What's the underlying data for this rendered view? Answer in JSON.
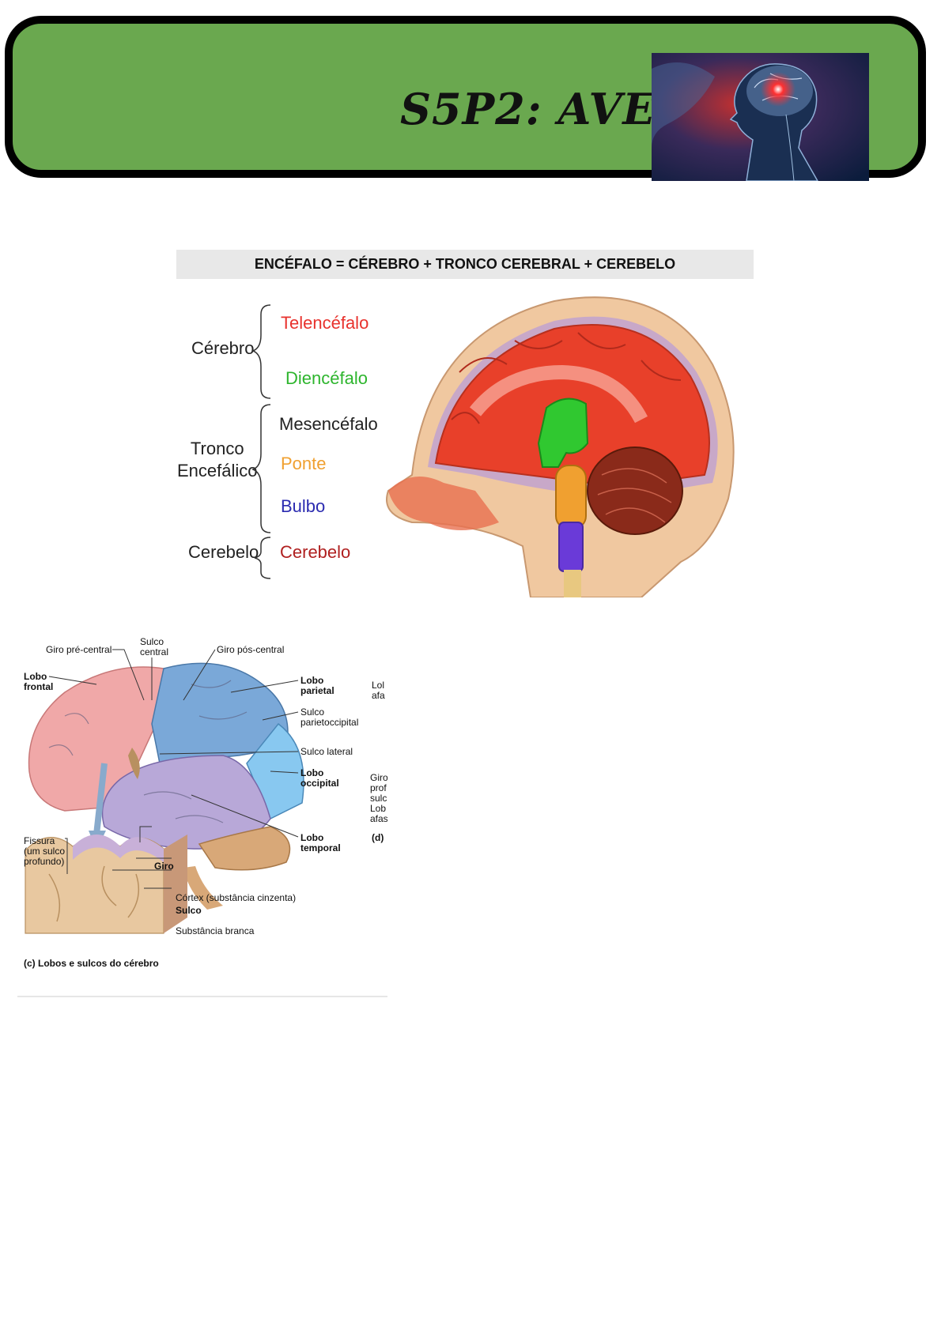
{
  "banner": {
    "title": "S5P2: AVE",
    "image": "brain-glow-illustration"
  },
  "figure1": {
    "header": "ENCÉFALO = CÉREBRO + TRONCO CEREBRAL + CEREBELO",
    "groups": {
      "cerebro": "Cérebro",
      "tronco": "Tronco\nEncefálico",
      "cerebelo": "Cerebelo"
    },
    "parts": {
      "telencefalo": "Telencéfalo",
      "diencefalo": "Diencéfalo",
      "mesencefalo": "Mesencéfalo",
      "ponte": "Ponte",
      "bulbo": "Bulbo",
      "cerebelo": "Cerebelo"
    },
    "colors": {
      "telencefalo": "#e8322d",
      "diencefalo": "#2db52d",
      "mesencefalo": "#222222",
      "ponte": "#f0a030",
      "bulbo": "#2b2bb0",
      "cerebelo": "#b02020"
    }
  },
  "figure2": {
    "labels": {
      "giro_pre_central": "Giro pré-central",
      "sulco_central": "Sulco\ncentral",
      "giro_pos_central": "Giro pós-central",
      "lobo_frontal": "Lobo\nfrontal",
      "lobo_parietal": "Lobo\nparietal",
      "sulco_parietoccipital": "Sulco\nparietoccipital",
      "sulco_lateral": "Sulco lateral",
      "lobo_occipital": "Lobo\noccipital",
      "lobo_temporal": "Lobo\ntemporal",
      "fissura": "Fissura\n(um sulco\nprofundo)",
      "giro": "Giro",
      "cortex": "Córtex (substância cinzenta)",
      "sulco": "Sulco",
      "substancia_branca": "Substância branca",
      "caption": "(c) Lobos e sulcos do cérebro"
    },
    "cropped": {
      "c1": "Lol\nafa",
      "c2": "Giro\nprof\nsulc\nLob\nafas",
      "c3": "(d)"
    }
  }
}
